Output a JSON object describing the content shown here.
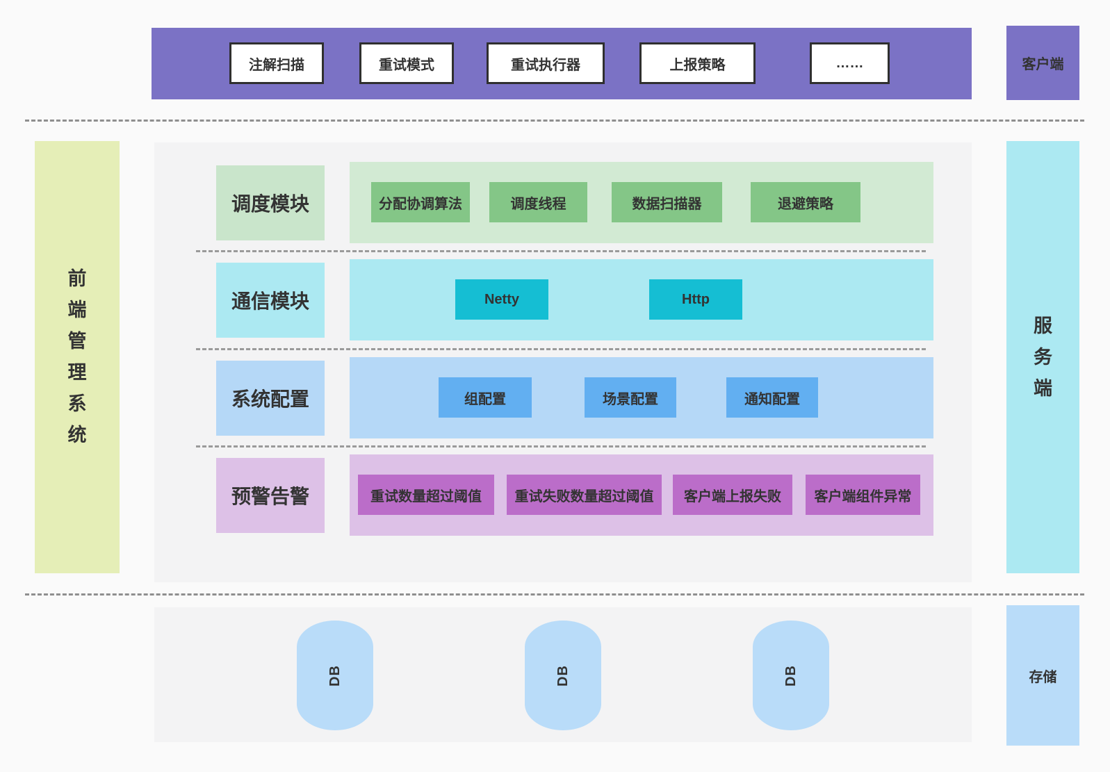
{
  "client_layer": {
    "chips": [
      "注解扫描",
      "重试模式",
      "重试执行器",
      "上报策略",
      "……"
    ],
    "side_label": "客户端"
  },
  "frontend_bar": {
    "label": "前端管理系统"
  },
  "server_bar": {
    "label": "服务端"
  },
  "rows": [
    {
      "label": "调度模块",
      "items": [
        "分配协调算法",
        "调度线程",
        "数据扫描器",
        "退避策略"
      ]
    },
    {
      "label": "通信模块",
      "items": [
        "Netty",
        "Http"
      ]
    },
    {
      "label": "系统配置",
      "items": [
        "组配置",
        "场景配置",
        "通知配置"
      ]
    },
    {
      "label": "预警告警",
      "items": [
        "重试数量超过阈值",
        "重试失败数量超过阈值",
        "客户端上报失败",
        "客户端组件异常"
      ]
    }
  ],
  "storage_layer": {
    "databases": [
      "DB",
      "DB",
      "DB"
    ],
    "side_label": "存储"
  },
  "colors": {
    "client_bar": "#7b72c5",
    "frontend_bar": "#e5eeb7",
    "server_bar": "#ace9f2",
    "storage_fill": "#b9dcf9",
    "panel": "#f3f3f4",
    "scheduler_item": "#84c687",
    "comm_item": "#15bed3",
    "config_item": "#62aff1",
    "alert_item": "#bb6dc9"
  }
}
